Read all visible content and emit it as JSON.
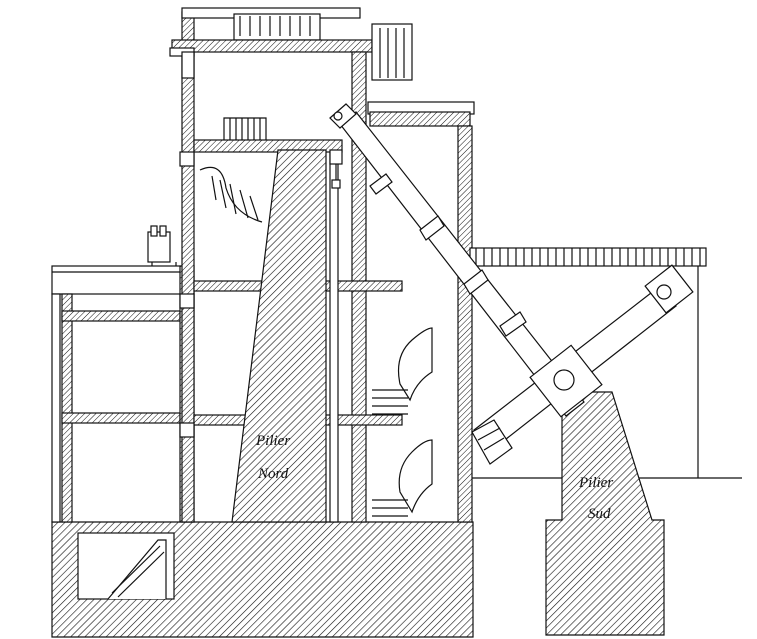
{
  "labels": {
    "north_pier_line1": "Pilier",
    "north_pier_line2": "Nord",
    "south_pier_line1": "Pilier",
    "south_pier_line2": "Sud"
  },
  "colors": {
    "ink": "#111111",
    "paper": "#ffffff"
  }
}
